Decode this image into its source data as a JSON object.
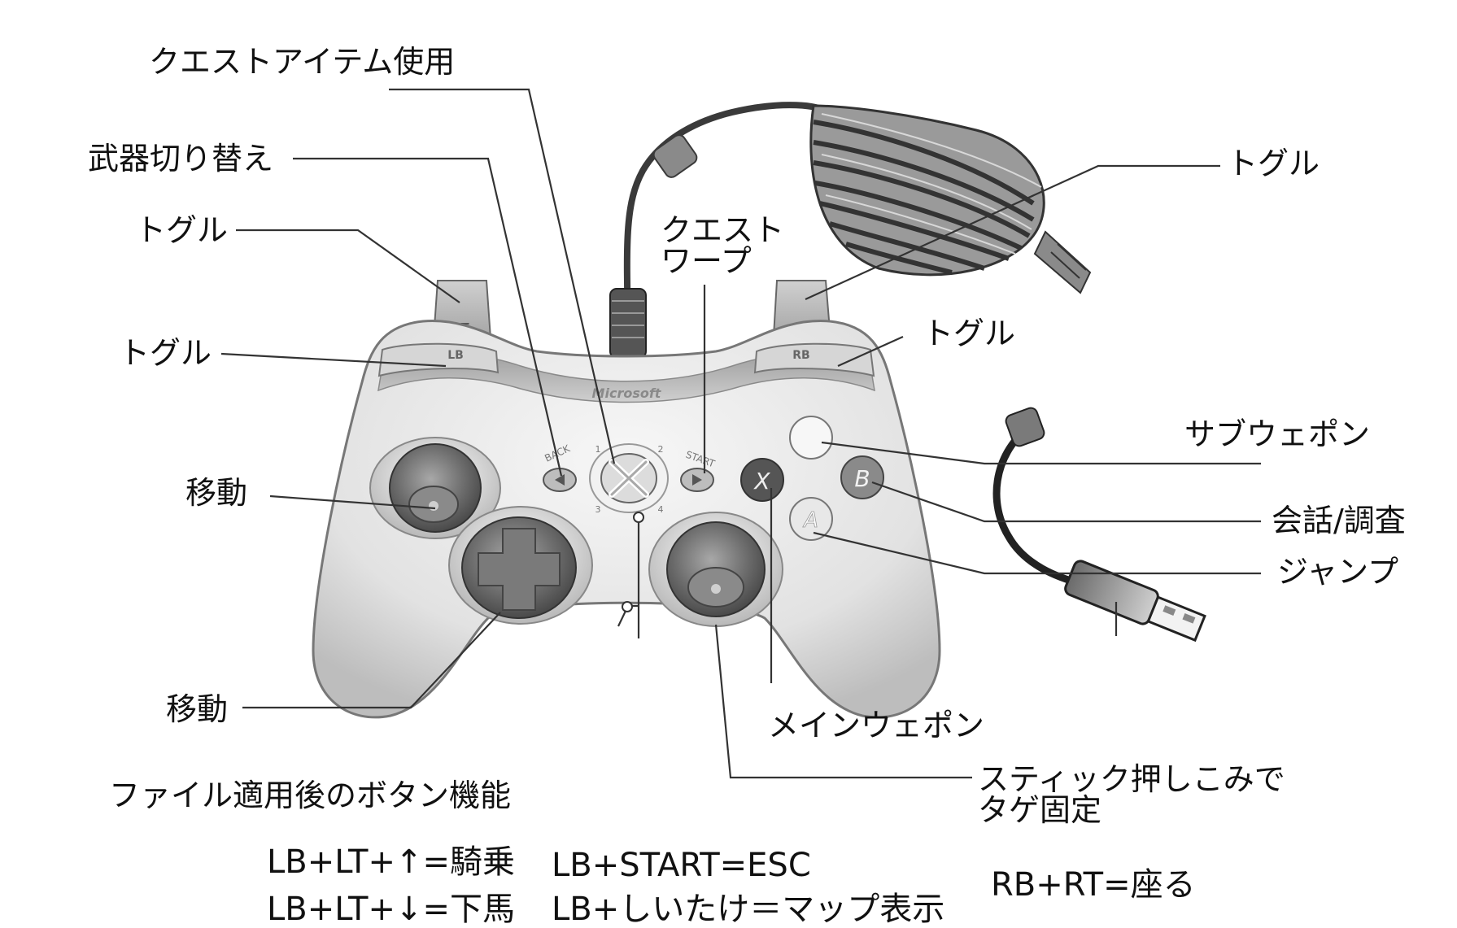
{
  "colors": {
    "ink": "#111111",
    "leader_line": "#333333",
    "controller_body": "#e6e6e6",
    "controller_shade": "#9a9a9a",
    "stick_dark": "#6e6e6e",
    "button_x": "#555555",
    "button_b": "#8a8a8a",
    "button_a": "#e8e8e8",
    "button_y": "#f7f7f7"
  },
  "controller": {
    "brand": "Microsoft",
    "triggers": {
      "left": "LT",
      "right": "RT"
    },
    "bumpers": {
      "left": "LB",
      "right": "RB"
    },
    "back_label": "BACK",
    "start_label": "START",
    "face_buttons": {
      "x": "X",
      "b": "B",
      "a": "A"
    },
    "ring_numbers": [
      "1",
      "2",
      "3",
      "4"
    ]
  },
  "labels": {
    "quest_item": "クエストアイテム使用",
    "weapon_switch": "武器切り替え",
    "toggle_lt": "トグル",
    "toggle_lb": "トグル",
    "quest_warp_line1": "クエスト",
    "quest_warp_line2": "ワープ",
    "toggle_rt": "トグル",
    "toggle_rb": "トグル",
    "sub_weapon": "サブウェポン",
    "talk_examine": "会話/調査",
    "jump": "ジャンプ",
    "move_left_stick": "移動",
    "move_dpad": "移動",
    "main_weapon": "メインウェポン",
    "stick_press_line1": "スティック押しこみで",
    "stick_press_line2": "タゲ固定",
    "functions_heading": "ファイル適用後のボタン機能"
  },
  "combos": {
    "mount": "LB+LT+↑=騎乗",
    "dismount": "LB+LT+↓=下馬",
    "escape": "LB+START=ESC",
    "map": "LB+しいたけ＝マップ表示",
    "sit": "RB+RT=座る"
  }
}
